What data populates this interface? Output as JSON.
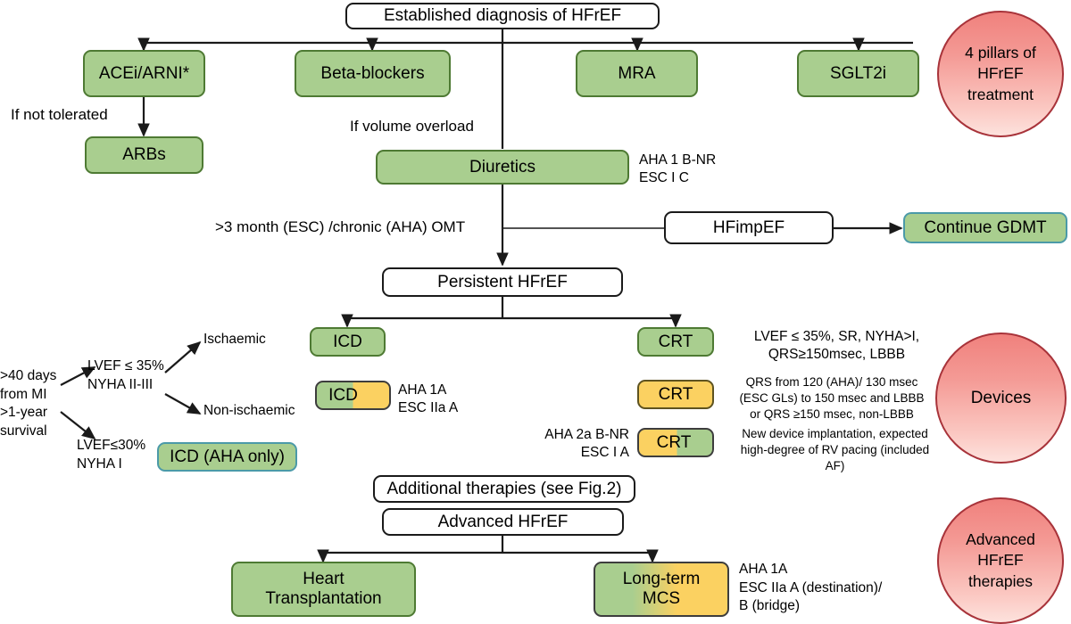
{
  "diagram": {
    "title": "HFrEF treatment algorithm",
    "colors": {
      "green": "#a9ce8f",
      "green_border": "#4e7a33",
      "amber": "#fbd161",
      "teal_border": "#4b9aa8",
      "circle_fill": "#f49a95",
      "circle_border": "#a8333a",
      "line": "#1a1a1a"
    }
  },
  "nodes": {
    "established": "Established diagnosis of HFrEF",
    "acei_arni": "ACEi/ARNI*",
    "beta_blockers": "Beta-blockers",
    "mra": "MRA",
    "sglt2i": "SGLT2i",
    "arbs": "ARBs",
    "diuretics": "Diuretics",
    "hfimpef": "HFimpEF",
    "continue_gdmt": "Continue GDMT",
    "persistent": "Persistent HFrEF",
    "icd_top": "ICD",
    "icd_split": "ICD",
    "icd_aha_only": "ICD (AHA only)",
    "crt_top": "CRT",
    "crt_amber": "CRT",
    "crt_split": "CRT",
    "additional": "Additional therapies (see Fig.2)",
    "advanced": "Advanced HFrEF",
    "heart_transplantation": "Heart\nTransplantation",
    "long_term_mcs": "Long-term\nMCS"
  },
  "labels": {
    "if_not_tolerated": "If not tolerated",
    "if_volume_overload": "If volume overload",
    "omt": ">3 month (ESC) /chronic (AHA) OMT",
    "ischaemic": "Ischaemic",
    "non_ischaemic": "Non-ischaemic",
    "criteria_left": ">40 days\nfrom MI\n>1-year\nsurvival",
    "lvef35": "LVEF ≤ 35%\nNYHA II-III",
    "lvef30": "LVEF≤30%\nNYHA I"
  },
  "annotations": {
    "diuretics_rec": "AHA 1 B-NR\nESC I C",
    "icd_split_rec": "AHA 1A\nESC IIa A",
    "crt_split_rec": "AHA 2a B-NR\nESC I A",
    "crt_top_criteria": "LVEF ≤ 35%, SR, NYHA>I,\nQRS≥150msec,  LBBB",
    "crt_amber_criteria": "QRS from 120 (AHA)/ 130 msec\n(ESC GLs) to 150 msec and LBBB\nor QRS ≥150 msec, non-LBBB",
    "crt_split_criteria": "New device implantation, expected\nhigh-degree of RV pacing (included AF)",
    "mcs_rec": "AHA 1A\nESC IIa A (destination)/\nB (bridge)"
  },
  "circles": {
    "pillars": "4 pillars of\nHFrEF\ntreatment",
    "devices": "Devices",
    "advanced": "Advanced\nHFrEF\ntherapies"
  }
}
